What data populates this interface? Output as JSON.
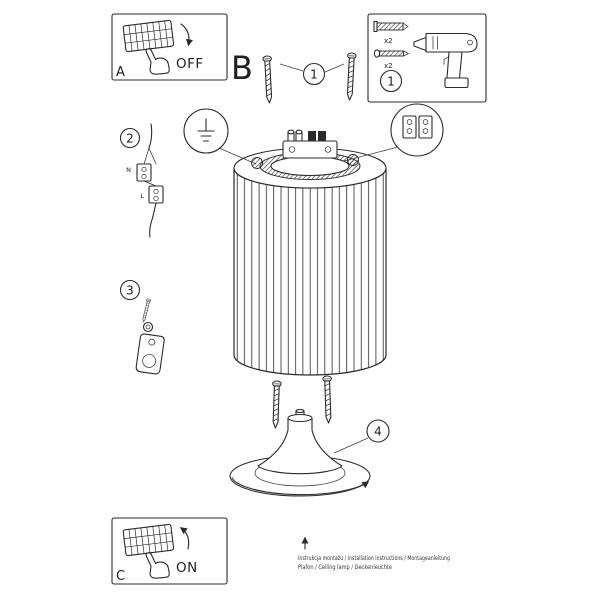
{
  "colors": {
    "ink": "#2b2b2b",
    "background": "#ffffff"
  },
  "step_letters": {
    "a": "A",
    "b": "B",
    "c": "C"
  },
  "switch_off": {
    "state": "OFF"
  },
  "switch_on": {
    "state": "ON"
  },
  "hardware_box": {
    "number": "1",
    "plug_qty": "x2",
    "screw_qty": "x2"
  },
  "callout_numbers": {
    "screws": "1",
    "cable": "2",
    "bracket": "3",
    "shade": "4"
  },
  "terminals": {
    "neutral": "N",
    "live": "L"
  },
  "footer": {
    "line1": "Instrukcja montażu / installation instructions / Montageanleitung",
    "line2": "Plafon / Ceiling lamp / Deckenleuchte"
  }
}
